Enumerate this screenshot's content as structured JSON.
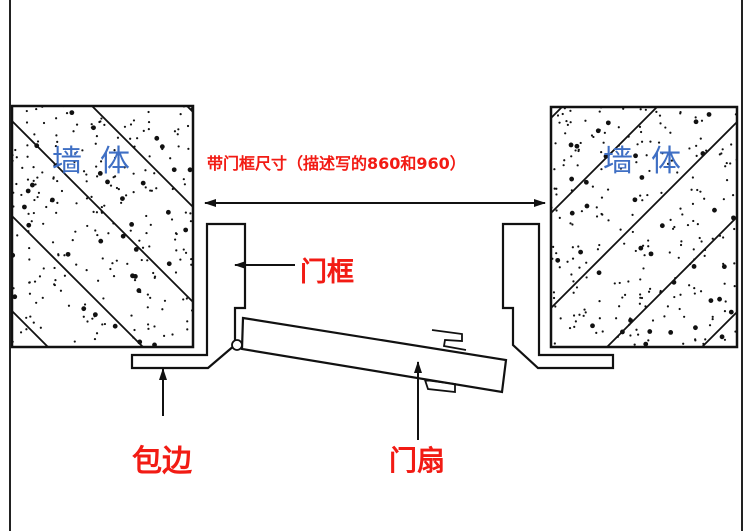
{
  "colors": {
    "annotation": "#f21b14",
    "wall_label": "#3f6fc4",
    "line": "#111111"
  },
  "labels": {
    "wall_left": "墙体",
    "wall_right": "墙体",
    "dimension": "带门框尺寸（描述写的860和960）",
    "door_frame": "门框",
    "trim": "包边",
    "door_leaf": "门扇"
  }
}
